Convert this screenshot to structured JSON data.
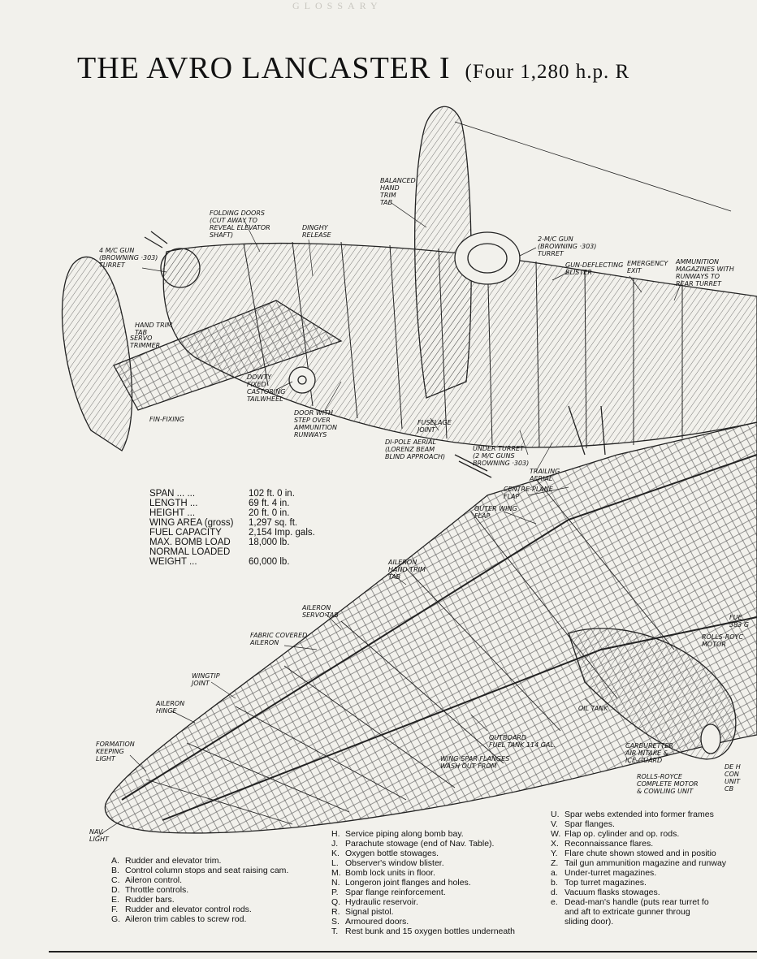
{
  "title": {
    "main": "THE AVRO LANCASTER I",
    "sub": "(Four 1,280 h.p. R"
  },
  "ghost_header": "GLOSSARY",
  "specs": [
    {
      "label": "SPAN ...      ...",
      "value": "102 ft. 0 in."
    },
    {
      "label": "LENGTH       ...",
      "value": "69 ft. 4 in."
    },
    {
      "label": "HEIGHT       ...",
      "value": "20 ft. 0 in."
    },
    {
      "label": "WING AREA (gross)",
      "value": "1,297 sq. ft."
    },
    {
      "label": "FUEL CAPACITY",
      "value": "2,154 Imp. gals."
    },
    {
      "label": "MAX. BOMB LOAD",
      "value": "18,000 lb."
    },
    {
      "label": "NORMAL LOADED",
      "value": ""
    },
    {
      "label": "   WEIGHT    ...",
      "value": "60,000 lb."
    }
  ],
  "labels": {
    "balanced_tab": "BALANCED\nHAND\nTRIM\nTAB",
    "folding_doors": "FOLDING DOORS\n(CUT AWAY TO\nREVEAL ELEVATOR\nSHAFT)",
    "dinghy": "DINGHY\nRELEASE",
    "rear_turret": "4 M/C GUN\n(BROWNING ·303)\nTURRET",
    "top_turret": "2-M/C GUN\n(BROWNING ·303)\nTURRET",
    "gun_blister": "GUN-DEFLECTING\nBLISTER",
    "emergency_exit": "EMERGENCY\nEXIT",
    "ammo_mags": "AMMUNITION\nMAGAZINES WITH\nRUNWAYS TO\nREAR TURRET",
    "hand_trim": "HAND TRIM\nTAB",
    "servo_trimmer": "SERVO\nTRIMMER",
    "tailwheel": "DOWTY\nFIXED\nCASTORING\nTAILWHEEL",
    "fin_fixing": "FIN-FIXING",
    "door_step": "DOOR WITH\nSTEP OVER\nAMMUNITION\nRUNWAYS",
    "fuselage_joint": "FUSELAGE\nJOINT",
    "dipole": "DI-POLE AERIAL\n(LORENZ BEAM\nBLIND APPROACH)",
    "under_turret": "UNDER TURRET\n(2 M/C GUNS\nBROWNING ·303)",
    "trailing_aerial": "TRAILING\nAERIAL",
    "centre_flap": "CENTRE-PLANE\nFLAP",
    "outer_flap": "OUTER WING\nFLAP",
    "aileron_tab": "AILERON\nHAND TRIM\nTAB",
    "aileron_servo": "AILERON\nSERVO-TAB",
    "fabric_aileron": "FABRIC COVERED\nAILERON",
    "wingtip_joint": "WINGTIP\nJOINT",
    "aileron_hinge": "AILERON\nHINGE",
    "formation_light": "FORMATION\nKEEPING\nLIGHT",
    "nav_light": "NAV.\nLIGHT",
    "outboard_tank": "OUTBOARD\nFUEL TANK 114 GAL.",
    "wing_spar": "WING-SPAR FLANGES\nWASH OUT FROM",
    "oil_tank": "OIL TANK",
    "carburettor": "CARBURETTER\nAIR INTAKE &\nICE-GUARD",
    "rolls_motor": "ROLLS-ROYCE\nCOMPLETE MOTOR\n& COWLING UNIT",
    "rolls_top": "ROLLS-ROYC\nMOTOR",
    "fuel_383": "FUE\n383 G",
    "de_heater": "DE H\nCON\nUNIT\nCB"
  },
  "legend_left": [
    {
      "letter": "A.",
      "text": "Rudder and elevator trim."
    },
    {
      "letter": "B.",
      "text": "Control column stops and seat raising cam."
    },
    {
      "letter": "C.",
      "text": "Aileron control."
    },
    {
      "letter": "D.",
      "text": "Throttle controls."
    },
    {
      "letter": "E.",
      "text": "Rudder bars."
    },
    {
      "letter": "F.",
      "text": "Rudder and elevator control rods."
    },
    {
      "letter": "G.",
      "text": "Aileron trim cables to screw rod."
    }
  ],
  "legend_mid": [
    {
      "letter": "H.",
      "text": "Service piping along bomb bay."
    },
    {
      "letter": "J.",
      "text": "Parachute stowage (end of Nav. Table)."
    },
    {
      "letter": "K.",
      "text": "Oxygen bottle stowages."
    },
    {
      "letter": "L.",
      "text": "Observer's window blister."
    },
    {
      "letter": "M.",
      "text": "Bomb lock units in floor."
    },
    {
      "letter": "N.",
      "text": "Longeron joint flanges and holes."
    },
    {
      "letter": "P.",
      "text": "Spar flange reinforcement."
    },
    {
      "letter": "Q.",
      "text": "Hydraulic reservoir."
    },
    {
      "letter": "R.",
      "text": "Signal pistol."
    },
    {
      "letter": "S.",
      "text": "Armoured doors."
    },
    {
      "letter": "T.",
      "text": "Rest bunk and 15 oxygen bottles underneath"
    }
  ],
  "legend_right": [
    {
      "letter": "U.",
      "text": "Spar webs extended into former frames"
    },
    {
      "letter": "V.",
      "text": "Spar flanges."
    },
    {
      "letter": "W.",
      "text": "Flap op. cylinder and op. rods."
    },
    {
      "letter": "X.",
      "text": "Reconnaissance flares."
    },
    {
      "letter": "Y.",
      "text": "Flare chute shown stowed and in positio"
    },
    {
      "letter": "Z.",
      "text": "Tail gun ammunition magazine and runway"
    },
    {
      "letter": "a.",
      "text": "Under-turret magazines."
    },
    {
      "letter": "b.",
      "text": "Top turret magazines."
    },
    {
      "letter": "d.",
      "text": "Vacuum flasks stowages."
    },
    {
      "letter": "e.",
      "text": "Dead-man's handle (puts rear turret fo\nand aft to extricate gunner throug\nsliding door)."
    }
  ]
}
